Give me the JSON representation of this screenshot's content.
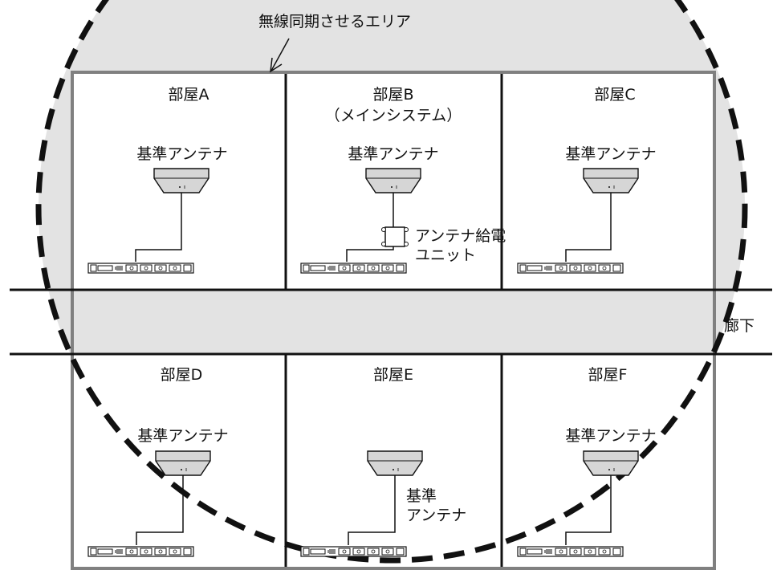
{
  "area_label": "無線同期させるエリア",
  "corridor_label": "廊下",
  "colors": {
    "sync_area": "#e3e3e3",
    "building_outline": "#808080",
    "walls": "#111111",
    "room_fill": "#ffffff"
  },
  "rooms": [
    {
      "name": "部屋A",
      "antenna_label": "基準アンテナ"
    },
    {
      "name": "部屋B",
      "subtitle": "（メインシステム）",
      "antenna_label": "基準アンテナ",
      "feeder_label": "アンテナ給電",
      "feeder_label_2": "ユニット"
    },
    {
      "name": "部屋C",
      "antenna_label": "基準アンテナ"
    },
    {
      "name": "部屋D",
      "antenna_label": "基準アンテナ"
    },
    {
      "name": "部屋E",
      "antenna_label": "基準",
      "antenna_label_2": "アンテナ"
    },
    {
      "name": "部屋F",
      "antenna_label": "基準アンテナ"
    }
  ]
}
